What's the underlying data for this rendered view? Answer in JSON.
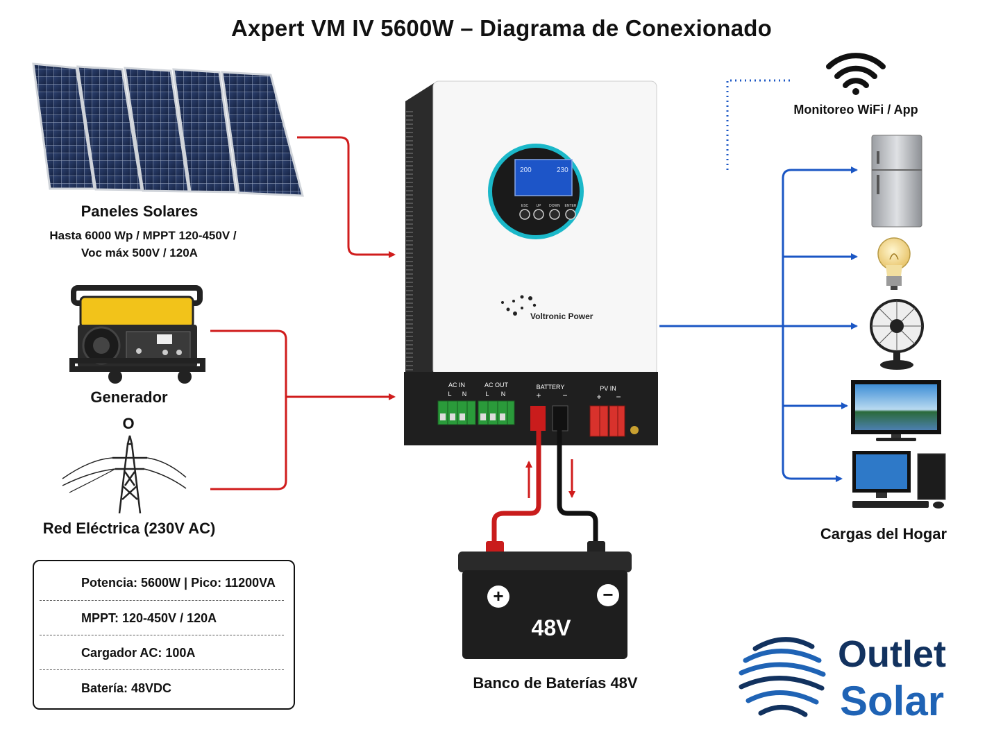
{
  "title": "Axpert VM IV 5600W – Diagrama de Conexionado",
  "solar": {
    "label": "Paneles Solares",
    "spec_line1": "Hasta 6000 Wp / MPPT 120-450V /",
    "spec_line2": "Voc máx 500V / 120A"
  },
  "generator": {
    "label": "Generador",
    "or": "O"
  },
  "grid": {
    "label": "Red Eléctrica (230V AC)"
  },
  "inverter": {
    "brand": "Voltronic Power",
    "buttons": [
      "ESC",
      "UP",
      "DOWN",
      "ENTER"
    ],
    "display_values": [
      "200",
      "230"
    ],
    "terminals": {
      "ac_in": "AC IN",
      "ac_out": "AC OUT",
      "battery": "BATTERY",
      "pv_in": "PV IN",
      "l": "L",
      "n": "N",
      "plus": "+",
      "minus": "−"
    }
  },
  "battery": {
    "voltage": "48V",
    "label": "Banco de Baterías 48V",
    "plus": "+",
    "minus": "−"
  },
  "wifi": {
    "label": "Monitoreo WiFi / App"
  },
  "loads": {
    "label": "Cargas del Hogar"
  },
  "specs": [
    {
      "icon": "lightning-icon",
      "text": "Potencia: 5600W | Pico: 11200VA"
    },
    {
      "icon": "solar-panel-icon",
      "text": "MPPT: 120-450V / 120A"
    },
    {
      "icon": "plug-icon",
      "text": "Cargador AC: 100A"
    },
    {
      "icon": "battery-icon",
      "text": "Batería: 48VDC"
    }
  ],
  "logo": {
    "line1": "Outlet",
    "line2": "Solar"
  },
  "colors": {
    "ac_line": "#d01c1c",
    "load_line": "#1a56c4",
    "brand_dark": "#12325f",
    "brand_blue": "#1f63b5",
    "accent": "#1bb8c9"
  }
}
